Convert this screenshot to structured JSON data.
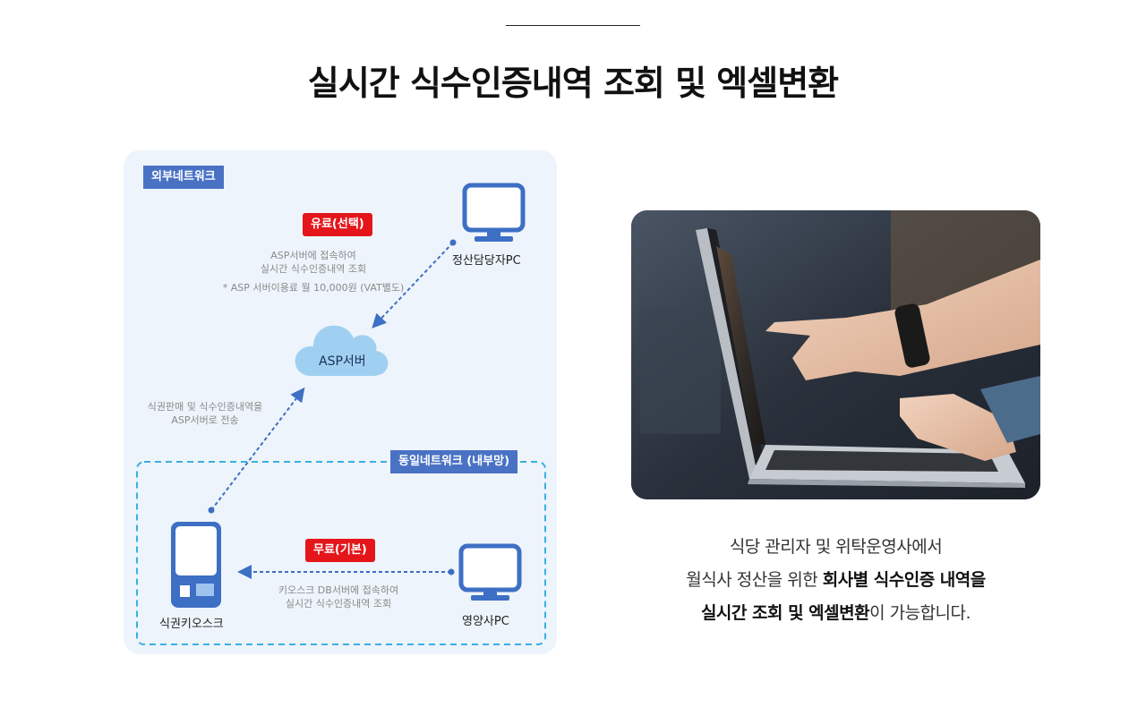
{
  "title": "실시간 식수인증내역 조회 및 엑셀변환",
  "diagram": {
    "external_network_label": "외부네트워크",
    "internal_network_label": "동일네트워크 (내부망)",
    "paid_badge": "유료(선택)",
    "paid_note_line1": "ASP서버에 접속하여",
    "paid_note_line2": "실시간 식수인증내역 조회",
    "paid_note_line3": "* ASP 서버이용료 월 10,000원 (VAT별도)",
    "settlement_pc_label": "정산담당자PC",
    "asp_server_label": "ASP서버",
    "kiosk_note_line1": "식권판매 및 식수인증내역을",
    "kiosk_note_line2": "ASP서버로 전송",
    "free_badge": "무료(기본)",
    "free_note_line1": "키오스크 DB서버에 접속하여",
    "free_note_line2": "실시간 식수인증내역 조회",
    "kiosk_label": "식권키오스크",
    "nutritionist_pc_label": "영양사PC",
    "colors": {
      "device_blue": "#3d6fc4",
      "tag_blue": "#4a72c4",
      "badge_red": "#e4161b",
      "dashed_border": "#39b0e3",
      "cloud": "#9fd0f2",
      "panel_bg": "#eef4fb"
    }
  },
  "photo": {
    "icon": "laptop-photo"
  },
  "caption": {
    "line1": "식당 관리자 및 위탁운영사에서",
    "line2_normal": "월식사 정산을 위한 ",
    "line2_bold": "회사별 식수인증 내역을",
    "line3_bold": "실시간 조회 및 엑셀변환",
    "line3_normal": "이 가능합니다."
  }
}
